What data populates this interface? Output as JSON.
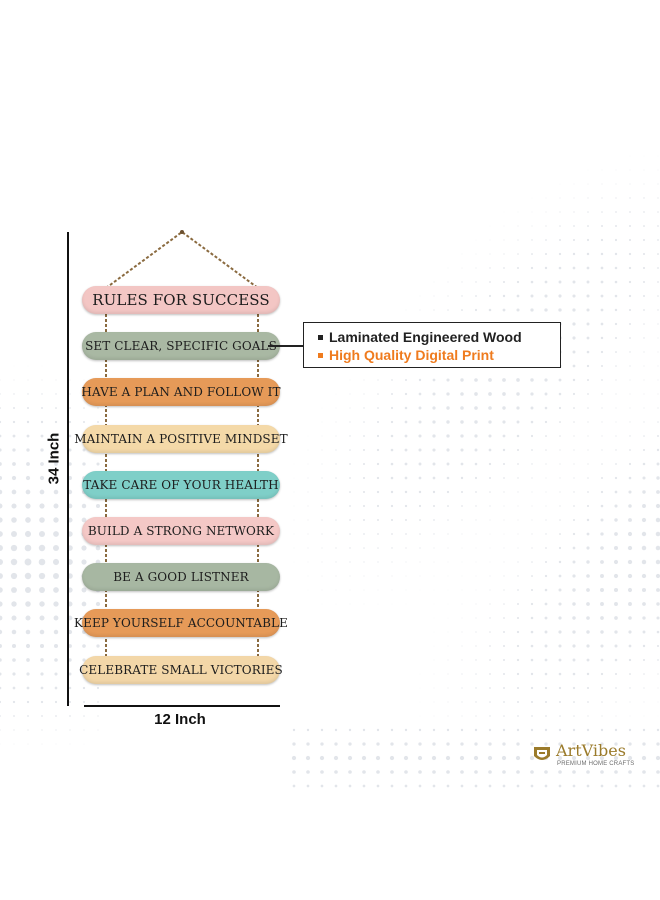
{
  "dimensions": {
    "height_label": "34 Inch",
    "width_label": "12 Inch"
  },
  "planks": [
    {
      "text": "RULES FOR SUCCESS",
      "color": "#f3c6c4"
    },
    {
      "text": "SET CLEAR, SPECIFIC GOALS",
      "color": "#a9b8a3"
    },
    {
      "text": "HAVE A PLAN AND FOLLOW IT",
      "color": "#e69a58"
    },
    {
      "text": "MAINTAIN A POSITIVE MINDSET",
      "color": "#f4d9a8"
    },
    {
      "text": "TAKE CARE OF YOUR HEALTH",
      "color": "#7fcfc8"
    },
    {
      "text": "BUILD A STRONG NETWORK",
      "color": "#f4c8c6"
    },
    {
      "text": "BE A GOOD LISTNER",
      "color": "#a7b7a2"
    },
    {
      "text": "KEEP YOURSELF ACCOUNTABLE",
      "color": "#e69a58"
    },
    {
      "text": "CELEBRATE SMALL VICTORIES",
      "color": "#f3d7a8"
    }
  ],
  "features": [
    {
      "text": "Laminated Engineered Wood",
      "color": "#222222"
    },
    {
      "text": "High Quality Digital Print",
      "color": "#ef7b1e"
    }
  ],
  "brand": {
    "name": "ArtVibes",
    "tagline": "PREMIUM HOME CRAFTS",
    "color": "#9b7b2b"
  }
}
